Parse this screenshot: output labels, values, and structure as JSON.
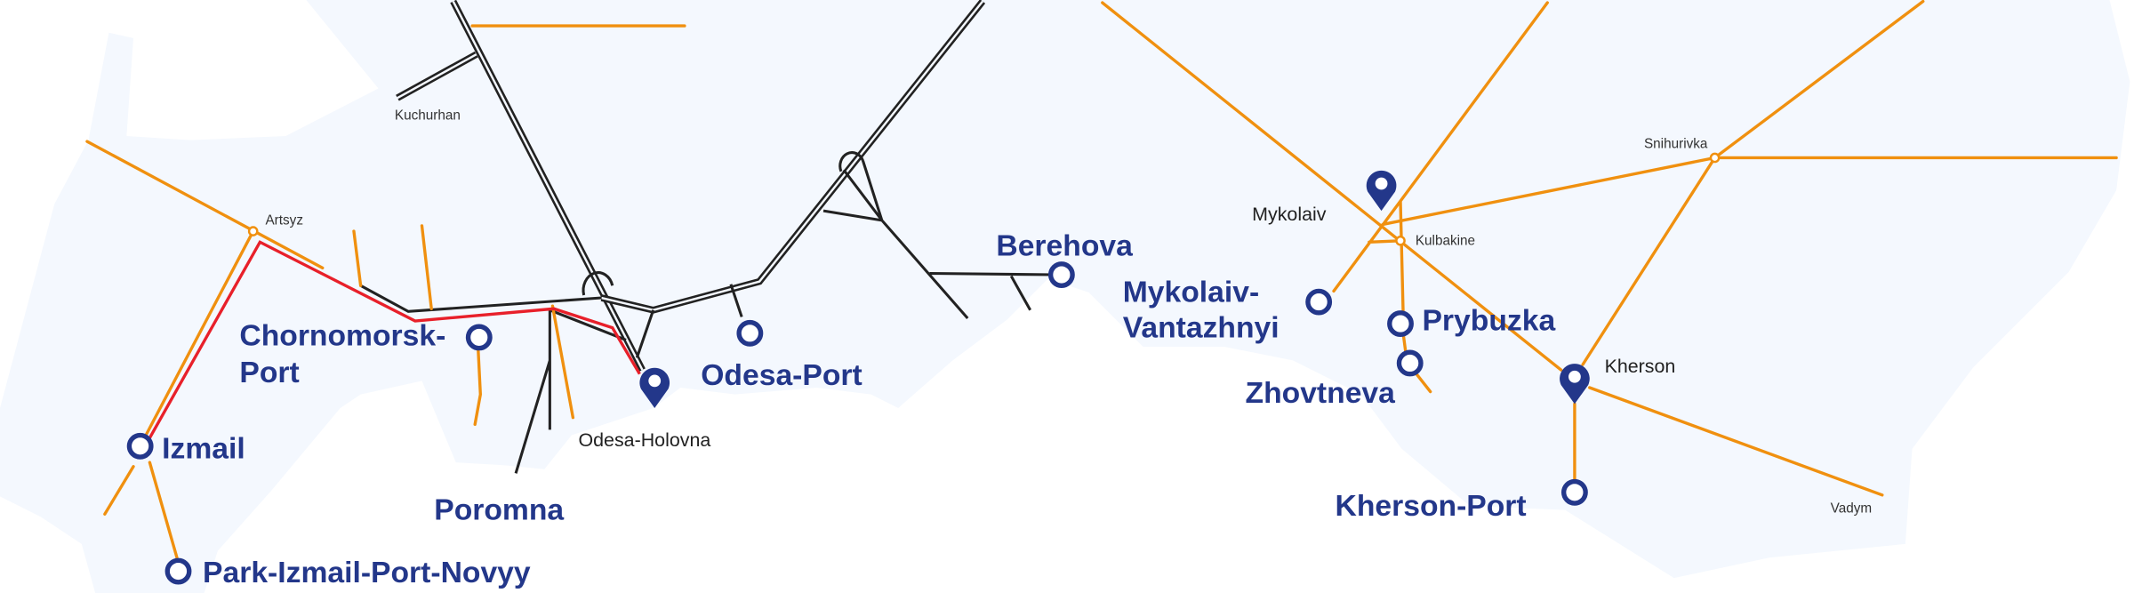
{
  "colors": {
    "land": "#f4f8fe",
    "primary_line": "#f0900f",
    "route": "#e8202a",
    "rail": "#222222",
    "station": "#23378a"
  },
  "stations": {
    "chornomorsk_port_line1": "Chornomorsk-",
    "chornomorsk_port_line2": "Port",
    "izmail": "Izmail",
    "park_izmail": "Park-Izmail-Port-Novyy",
    "poromna": "Poromna",
    "odesa_port": "Odesa-Port",
    "berehova": "Berehova",
    "mykolaiv_vantazhnyi_line1": "Mykolaiv-",
    "mykolaiv_vantazhnyi_line2": "Vantazhnyi",
    "prybuzka": "Prybuzka",
    "zhovtneva": "Zhovtneva",
    "kherson_port": "Kherson-Port"
  },
  "cities": {
    "odesa_holovna": "Odesa-Holovna",
    "mykolaiv": "Mykolaiv",
    "kherson": "Kherson"
  },
  "junctions": {
    "kuchurhan": "Kuchurhan",
    "artsyz": "Artsyz",
    "kulbakine": "Kulbakine",
    "snihurivka": "Snihurivka",
    "vadym": "Vadym"
  }
}
